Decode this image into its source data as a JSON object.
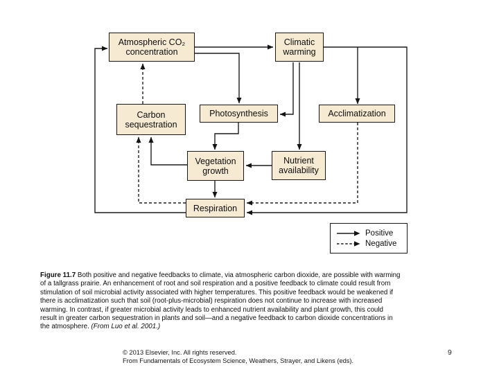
{
  "diagram": {
    "nodes": {
      "atmospheric_co2": {
        "label": "Atmospheric CO₂ concentration"
      },
      "climatic_warming": {
        "label": "Climatic warming"
      },
      "carbon_sequestration": {
        "label": "Carbon sequestration"
      },
      "photosynthesis": {
        "label": "Photosynthesis"
      },
      "acclimatization": {
        "label": "Acclimatization"
      },
      "vegetation_growth": {
        "label": "Vegetation growth"
      },
      "nutrient_availability": {
        "label": "Nutrient availability"
      },
      "respiration": {
        "label": "Respiration"
      }
    },
    "edges": [
      {
        "from": "Atmospheric CO₂ concentration",
        "to": "Climatic warming",
        "sign": "positive"
      },
      {
        "from": "Atmospheric CO₂ concentration",
        "to": "Photosynthesis",
        "sign": "positive"
      },
      {
        "from": "Climatic warming",
        "to": "Photosynthesis",
        "sign": "positive"
      },
      {
        "from": "Climatic warming",
        "to": "Nutrient availability",
        "sign": "positive"
      },
      {
        "from": "Climatic warming",
        "to": "Acclimatization",
        "sign": "positive"
      },
      {
        "from": "Climatic warming",
        "to": "Respiration",
        "sign": "positive"
      },
      {
        "from": "Photosynthesis",
        "to": "Vegetation growth",
        "sign": "positive"
      },
      {
        "from": "Nutrient availability",
        "to": "Vegetation growth",
        "sign": "positive"
      },
      {
        "from": "Vegetation growth",
        "to": "Carbon sequestration",
        "sign": "positive"
      },
      {
        "from": "Vegetation growth",
        "to": "Respiration",
        "sign": "positive"
      },
      {
        "from": "Respiration",
        "to": "Atmospheric CO₂ concentration",
        "sign": "positive"
      },
      {
        "from": "Carbon sequestration",
        "to": "Atmospheric CO₂ concentration",
        "sign": "negative"
      },
      {
        "from": "Respiration",
        "to": "Carbon sequestration",
        "sign": "negative"
      },
      {
        "from": "Acclimatization",
        "to": "Respiration",
        "sign": "negative"
      }
    ],
    "legend": {
      "positive_label": "Positive",
      "negative_label": "Negative"
    }
  },
  "caption": {
    "figure_label": "Figure 11.7",
    "body": " Both positive and negative feedbacks to climate, via atmospheric carbon dioxide, are possible with warming of a tallgrass prairie. An enhancement of root and soil respiration and a positive feedback to climate could result from stimulation of soil microbial activity associated with higher temperatures. This positive feedback would be weakened if there is acclimatization such that soil (root-plus-microbial) respiration does not continue to increase with increased warming. In contrast, if greater microbial activity leads to enhanced nutrient availability and plant growth, this could result in greater carbon sequestration in plants and soil—and a negative feedback to carbon dioxide concentrations in the atmosphere. ",
    "citation": "(From Luo et al. 2001.)"
  },
  "footer": {
    "copyright": "© 2013 Elsevier, Inc. All rights reserved.",
    "source": "From Fundamentals of Ecosystem Science, Weathers, Strayer, and Likens (eds).",
    "page_number": "9"
  },
  "colors": {
    "box_fill": "#f6ead2",
    "box_border": "#161616",
    "line": "#1c1c1c",
    "background": "#ffffff"
  }
}
